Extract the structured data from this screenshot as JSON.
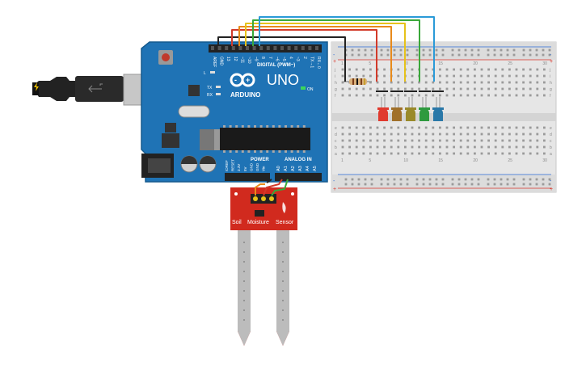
{
  "arduino": {
    "logo_text": "ARDUINO",
    "model": "UNO",
    "digital_label": "DIGITAL (PWM~)",
    "power_label": "POWER",
    "analog_label": "ANALOG IN",
    "on_label": "ON",
    "l_label": "L",
    "tx_label": "TX",
    "rx_label": "RX",
    "digital_pins": [
      "AREF",
      "GND",
      "13",
      "12",
      "~11",
      "~10",
      "~9",
      "8",
      "7",
      "~6",
      "~5",
      "4",
      "~3",
      "2",
      "TX→1",
      "RX←0"
    ],
    "power_pins": [
      "IOREF",
      "RESET",
      "3.3V",
      "5V",
      "GND",
      "GND",
      "Vin"
    ],
    "analog_pins": [
      "A0",
      "A1",
      "A2",
      "A3",
      "A4",
      "A5"
    ]
  },
  "sensor": {
    "label_left": "Soil",
    "label_mid": "Moisture",
    "label_right": "Sensor"
  },
  "breadboard": {
    "row_letters_top": [
      "j",
      "i",
      "h",
      "g",
      "f"
    ],
    "row_letters_bottom": [
      "e",
      "d",
      "c",
      "b",
      "a"
    ],
    "column_numbers": [
      "1",
      "5",
      "10",
      "15",
      "20",
      "25",
      "30"
    ]
  },
  "leds": [
    {
      "color": "#e03a2e",
      "name": "red"
    },
    {
      "color": "#a0702a",
      "name": "orange"
    },
    {
      "color": "#9a8a2a",
      "name": "yellow"
    },
    {
      "color": "#2e9a3e",
      "name": "green"
    },
    {
      "color": "#2a78a8",
      "name": "blue"
    }
  ],
  "wire_colors": {
    "black": "#222222",
    "red": "#d23a2a",
    "orange": "#e88a1a",
    "yellow": "#e6c21a",
    "green": "#3aa83a",
    "blue": "#2a9ad8"
  }
}
